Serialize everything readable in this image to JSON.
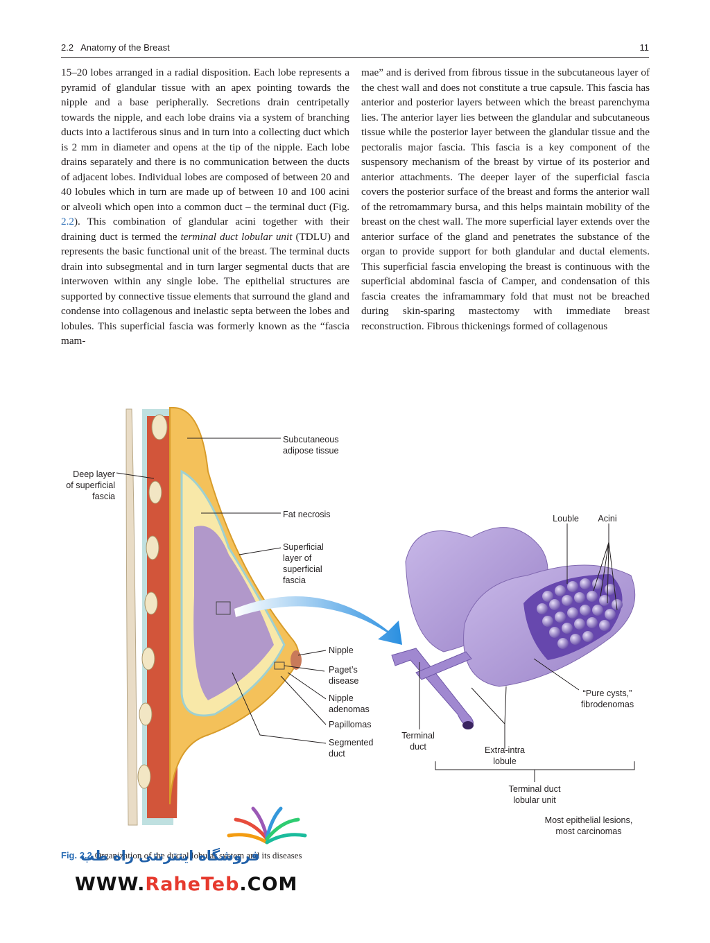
{
  "header": {
    "section_number": "2.2",
    "section_title": "Anatomy of the Breast",
    "page_number": "11"
  },
  "body": {
    "left": [
      {
        "t": "15–20 lobes arranged in a radial disposition. Each lobe represents a pyramid of glandular tissue with an apex pointing towards the nipple and a base peripherally. Secretions drain centripetally towards the nipple, and each lobe drains via a system of branching ducts into a lactiferous sinus and in turn into a collecting duct which is 2 mm in diameter and opens at the tip of the nipple. Each lobe drains separately and there is no communication between the ducts of adjacent lobes. Individual lobes are composed of between 20 and 40 lobules which in turn are made up of between 10 and 100 acini or alveoli which open into a common duct – the terminal duct (Fig. "
      },
      {
        "t": "2.2",
        "cls": "figref"
      },
      {
        "t": "). This combination of glandular acini together with their draining duct is termed the "
      },
      {
        "t": "terminal duct lobular unit",
        "i": true
      },
      {
        "t": " (TDLU) and represents the basic functional unit of the breast. The terminal ducts drain into subsegmental and in turn larger segmental ducts that are interwoven within any single lobe. The epithelial structures are supported by connective tissue elements that surround the gland and condense into collagenous and inelastic septa between the lobes and lobules. This superficial fascia was formerly known as the “fascia mam-"
      }
    ],
    "right": [
      {
        "t": "mae” and is derived from fibrous tissue in the subcutaneous layer of the chest wall and does not constitute a true capsule. This fascia has anterior and posterior layers between which the breast parenchyma lies. The anterior layer lies between the glandular and subcutaneous tissue while the posterior layer between the glandular tissue and the pectoralis major fascia. This fascia is a key component of the suspensory mechanism of the breast by virtue of its posterior and anterior attachments. The deeper layer of the superficial fascia covers the posterior surface of the breast and forms the anterior wall of the retromammary bursa, and this helps maintain mobility of the breast on the chest wall. The more superficial layer extends over the anterior surface of the gland and penetrates the substance of the organ to provide support for both glandular and ductal elements. This superficial fascia enveloping the breast is continuous with the superficial abdominal fascia of Camper, and condensation of this fascia creates the inframammary fold that must not be breached during skin-sparing mastectomy with immediate breast reconstruction. Fibrous thickenings formed of collagenous"
      }
    ]
  },
  "figure": {
    "labels": {
      "subcutaneous": [
        "Subcutaneous",
        "adipose tissue"
      ],
      "deep_layer": [
        "Deep layer",
        "of superficial",
        "fascia"
      ],
      "fat_necrosis": "Fat necrosis",
      "superficial_layer": [
        "Superficial",
        "layer of",
        "superficial",
        "fascia"
      ],
      "nipple": "Nipple",
      "pagets": [
        "Paget’s",
        "disease"
      ],
      "nipple_adenomas": [
        "Nipple",
        "adenomas"
      ],
      "papillomas": "Papillomas",
      "segmented_duct": [
        "Segmented",
        "duct"
      ],
      "louble": "Louble",
      "acini": "Acini",
      "pure_cysts": [
        "“Pure cysts,”",
        "fibrodenomas"
      ],
      "terminal_duct": [
        "Terminal",
        "duct"
      ],
      "extra_intra": [
        "Extra-intra",
        "lobule"
      ],
      "tdlu": [
        "Terminal duct",
        "lobular unit"
      ],
      "epithelial": [
        "Most epithelial lesions,",
        "most carcinomas"
      ]
    }
  },
  "caption": {
    "label": "Fig. 2.2",
    "text": "Organization of the ductal lobular system and its diseases"
  },
  "watermark": {
    "persian": "فروشگاه اینترنتی راه طب",
    "url_prefix": "WWW.",
    "url_brand": "RaheTeb",
    "url_suffix": ".COM"
  }
}
